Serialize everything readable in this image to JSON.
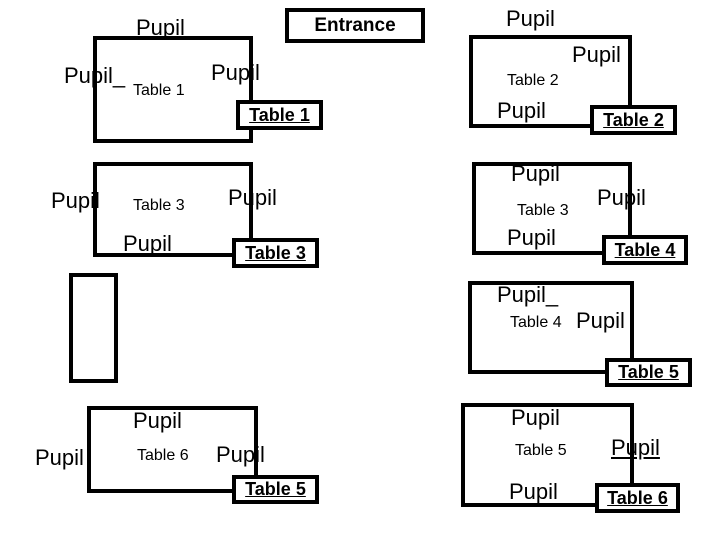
{
  "entrance": {
    "label": "Entrance"
  },
  "tables": {
    "t1": {
      "label": "Table 1",
      "tag": "Table 1",
      "pupil_top": "Pupil",
      "pupil_left": "Pupil_",
      "pupil_right": "Pupil"
    },
    "t3l": {
      "label": "Table 3",
      "tag": "Table 3",
      "pupil_left": "Pupil",
      "pupil_right": "Pupil",
      "pupil_bottom": "Pupil"
    },
    "t6l": {
      "label": "Table 6",
      "tag": "Table 5",
      "pupil_top": "Pupil",
      "pupil_left": "Pupil",
      "pupil_right": "Pupil"
    },
    "t2": {
      "label": "Table 2",
      "tag": "Table 2",
      "pupil_above": "Pupil",
      "pupil_top_right": "Pupil",
      "pupil_bottom": "Pupil"
    },
    "t3r": {
      "label": "Table 3",
      "tag": "Table 4",
      "pupil_top": "Pupil",
      "pupil_right": "Pupil",
      "pupil_bottom": "Pupil"
    },
    "t4r": {
      "label": "Table 4",
      "tag": "Table 5",
      "pupil_top": "Pupil_",
      "pupil_right": "Pupil"
    },
    "t5r": {
      "label": "Table 5",
      "tag": "Table 6",
      "pupil_top": "Pupil",
      "pupil_right": "Pupil",
      "pupil_bottom": "Pupil"
    }
  },
  "colors": {
    "line": "#000000",
    "background": "#ffffff"
  }
}
